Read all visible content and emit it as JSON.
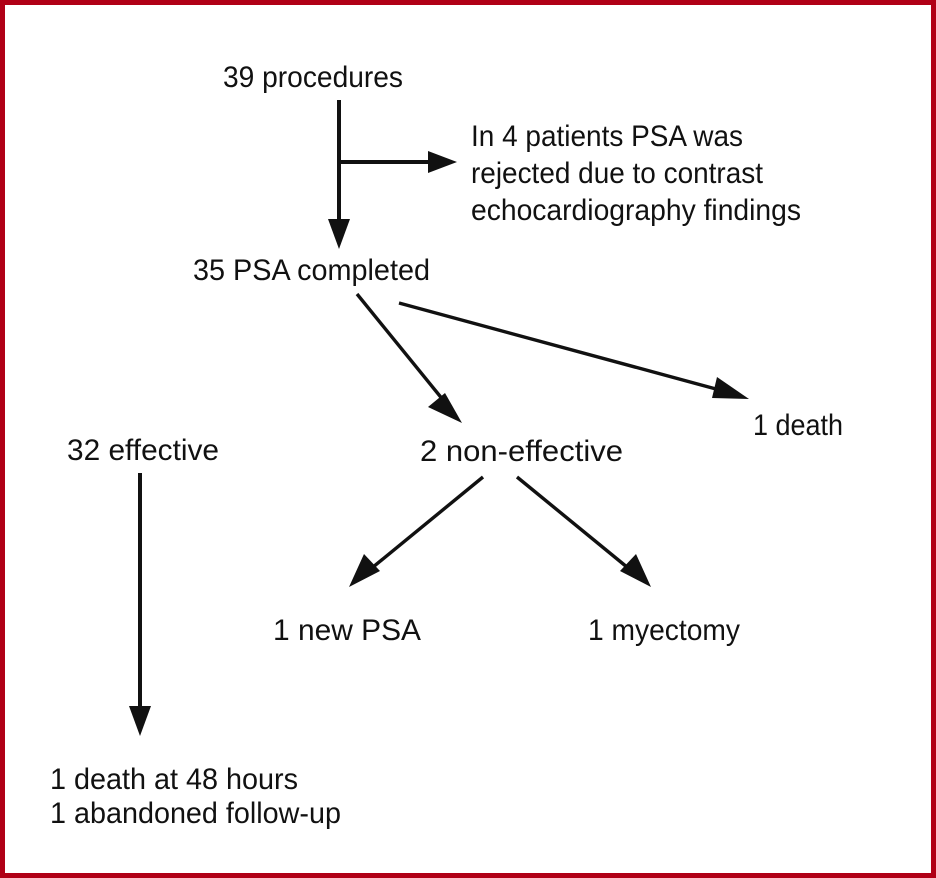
{
  "figure": {
    "type": "flow-diagram",
    "border_color": "#b00016",
    "background_color": "#ffffff",
    "text_color": "#111111",
    "line_color": "#111111"
  },
  "nodes": {
    "procedures": "39 procedures",
    "rejected_line1": "In 4 patients PSA was",
    "rejected_line2": "rejected due to contrast",
    "rejected_line3": "echocardiography findings",
    "completed": "35 PSA completed",
    "death_one": "1 death",
    "effective": "32 effective",
    "non_effective": "2 non-effective",
    "new_psa": "1 new PSA",
    "myectomy": "1 myectomy",
    "outcome_line1": "1 death at 48 hours",
    "outcome_line2": "1 abandoned follow-up"
  },
  "chart_data": {
    "type": "flowchart",
    "title": "",
    "nodes": [
      {
        "id": "procedures",
        "label": "39 procedures",
        "count": 39
      },
      {
        "id": "rejected",
        "label": "In 4 patients PSA was rejected due to contrast echocardiography findings",
        "count": 4
      },
      {
        "id": "completed",
        "label": "35 PSA completed",
        "count": 35
      },
      {
        "id": "death",
        "label": "1 death",
        "count": 1
      },
      {
        "id": "effective",
        "label": "32 effective",
        "count": 32
      },
      {
        "id": "non_effective",
        "label": "2 non-effective",
        "count": 2
      },
      {
        "id": "new_psa",
        "label": "1 new PSA",
        "count": 1
      },
      {
        "id": "myectomy",
        "label": "1 myectomy",
        "count": 1
      },
      {
        "id": "outcomes",
        "label": "1 death at 48 hours / 1 abandoned follow-up",
        "count": 2
      }
    ],
    "edges": [
      {
        "from": "procedures",
        "to": "rejected"
      },
      {
        "from": "procedures",
        "to": "completed"
      },
      {
        "from": "completed",
        "to": "non_effective"
      },
      {
        "from": "completed",
        "to": "death"
      },
      {
        "from": "non_effective",
        "to": "new_psa"
      },
      {
        "from": "non_effective",
        "to": "myectomy"
      },
      {
        "from": "effective",
        "to": "outcomes"
      }
    ]
  }
}
